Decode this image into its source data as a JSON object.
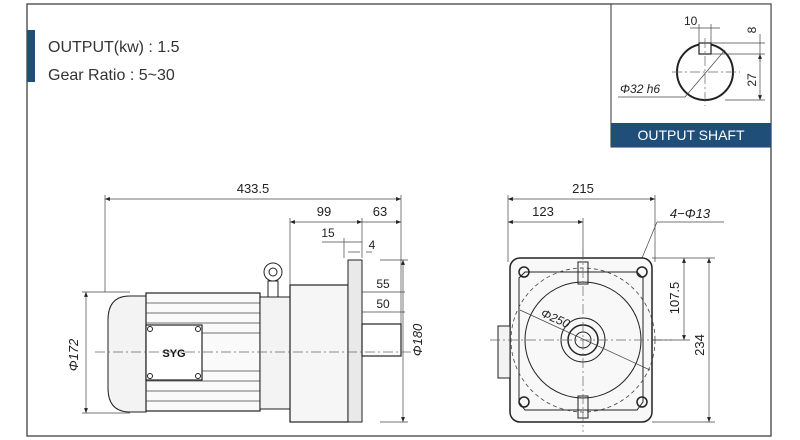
{
  "specs": {
    "output": "OUTPUT(kw) : 1.5",
    "gear_ratio": "Gear Ratio : 5~30",
    "accent_color": "#1f4e79"
  },
  "shaft_detail": {
    "title": "OUTPUT SHAFT",
    "key_width": "10",
    "key_depth": "8",
    "key_height": "27",
    "diameter": "Φ32 h6",
    "banner_color": "#1f4e79"
  },
  "side_view": {
    "overall_length": "433.5",
    "dim_99": "99",
    "dim_63": "63",
    "dim_15": "15",
    "dim_4": "4",
    "dim_55": "55",
    "dim_50": "50",
    "motor_diameter": "Φ172",
    "flange_diameter": "Φ180",
    "brand": "SYG"
  },
  "front_view": {
    "width": "215",
    "dim_123": "123",
    "holes": "4−Φ13",
    "pcd": "Φ250",
    "dim_107_5": "107.5",
    "height": "234"
  }
}
